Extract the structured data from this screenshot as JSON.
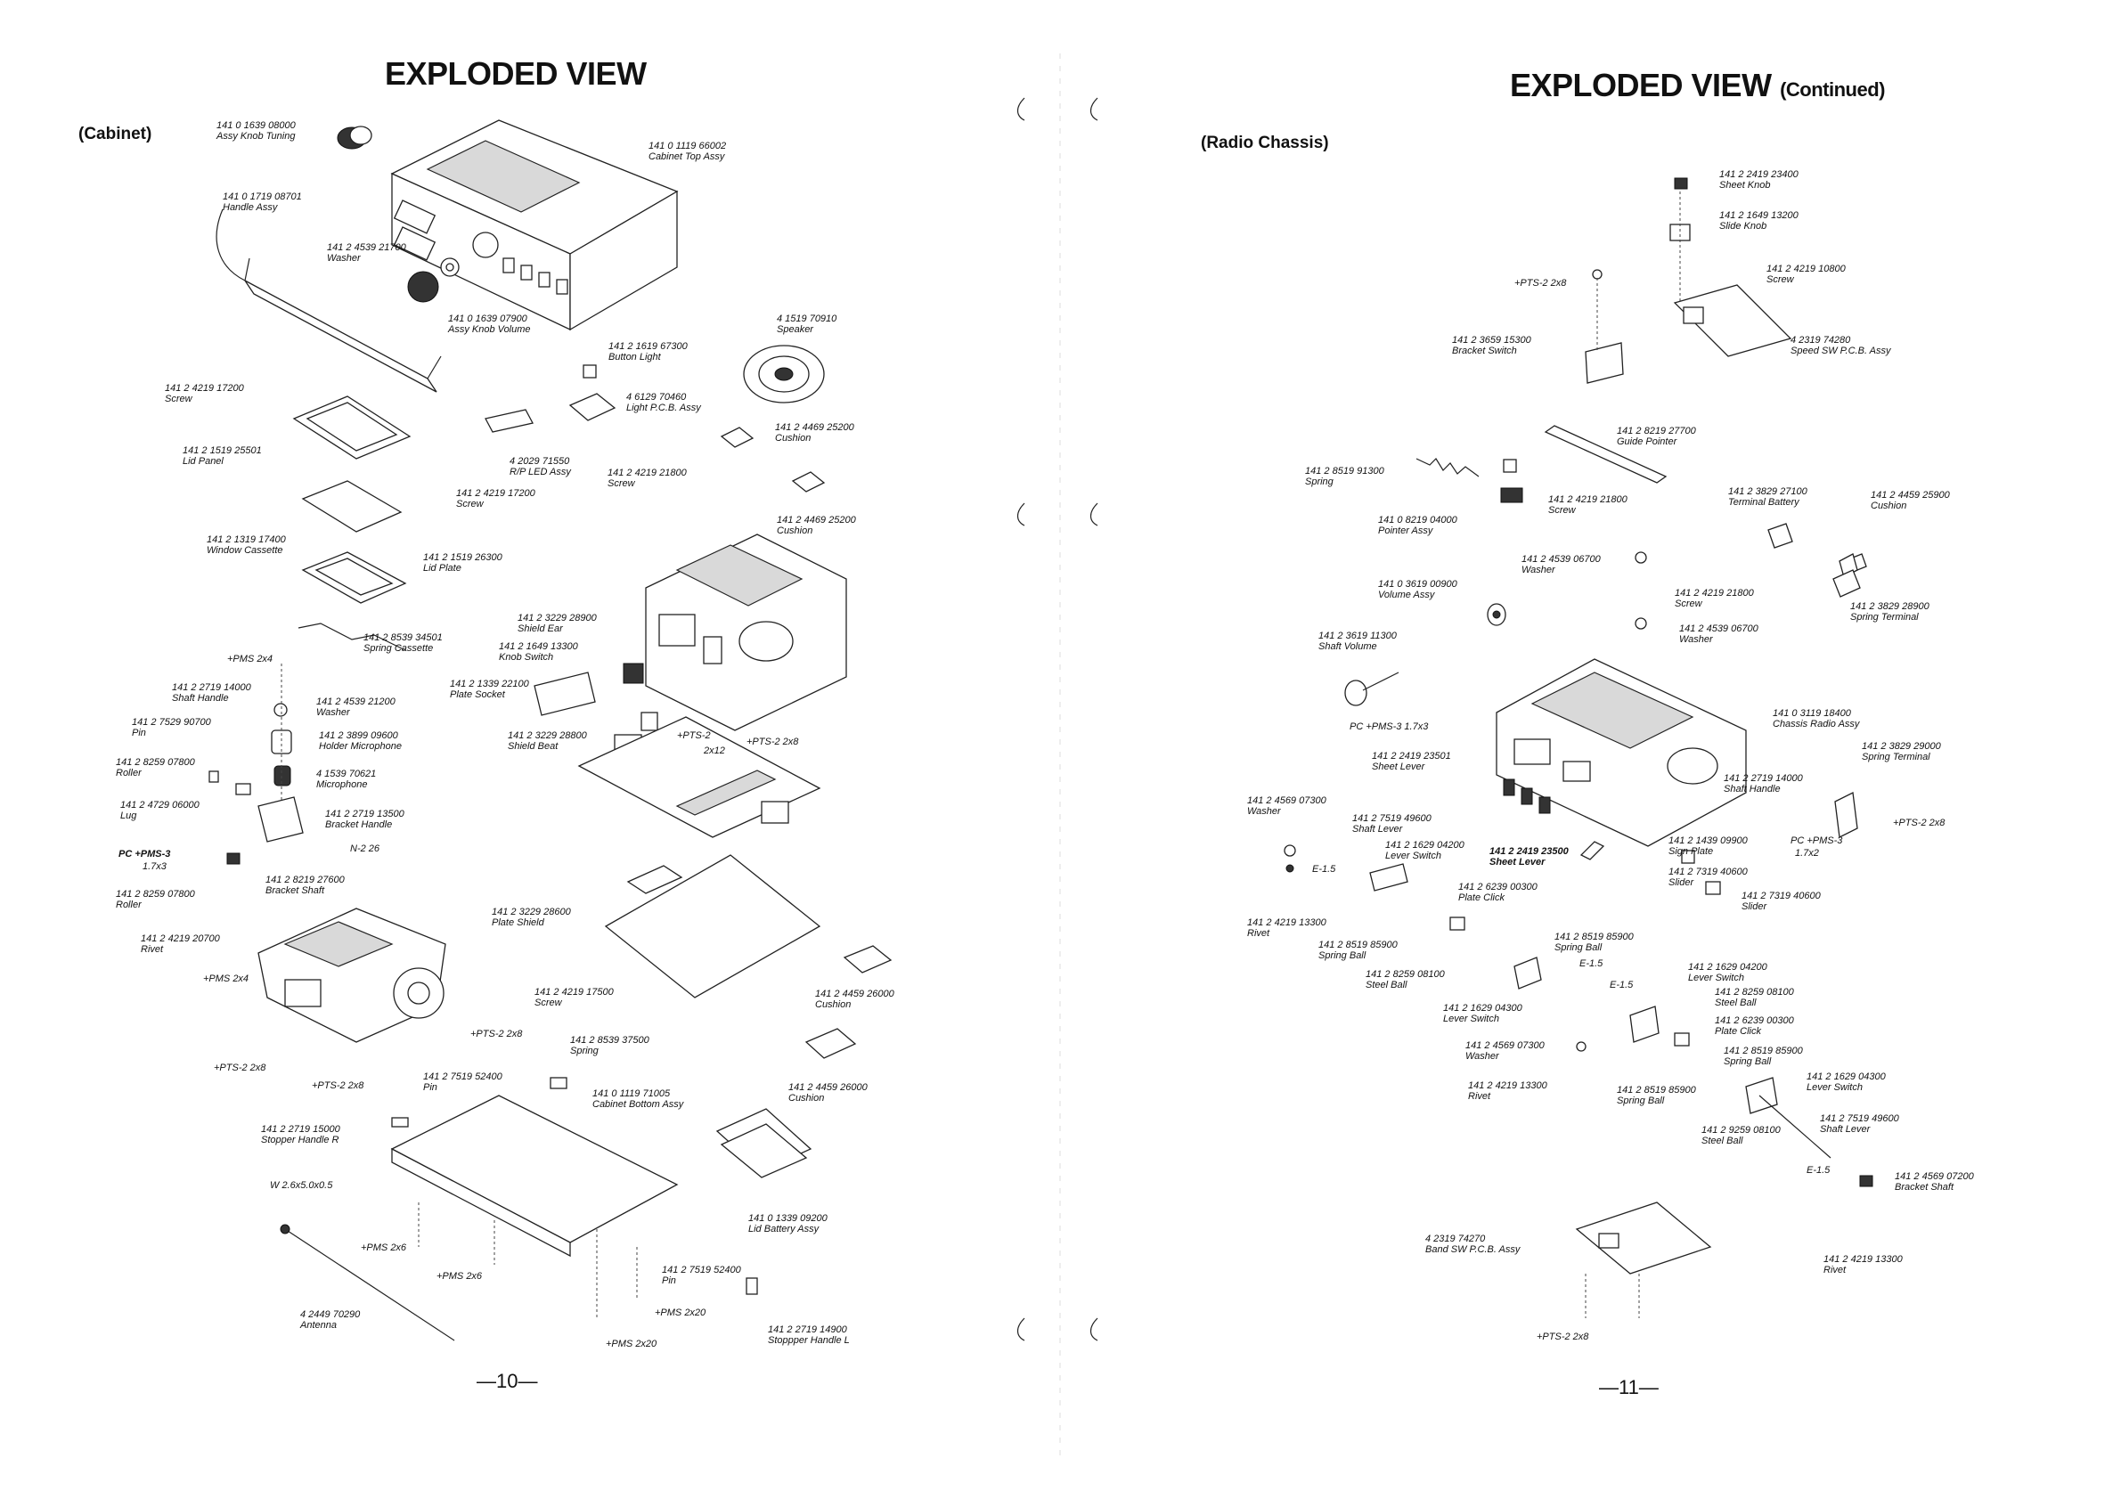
{
  "left": {
    "title": "EXPLODED VIEW",
    "section": "(Cabinet)",
    "page_number": "—10—",
    "labels": [
      {
        "num": "141 0 1639 08000",
        "desc": "Assy Knob Tuning"
      },
      {
        "num": "141 0 1119 66002",
        "desc": "Cabinet Top Assy"
      },
      {
        "num": "141 0 1719 08701",
        "desc": "Handle Assy"
      },
      {
        "num": "141 2 4539 21700",
        "desc": "Washer"
      },
      {
        "num": "141 0 1639 07900",
        "desc": "Assy Knob Volume"
      },
      {
        "num": "4 1519 70910",
        "desc": "Speaker"
      },
      {
        "num": "141 2 1619 67300",
        "desc": "Button Light"
      },
      {
        "num": "4 6129 70460",
        "desc": "Light P.C.B. Assy"
      },
      {
        "num": "141 2 4469 25200",
        "desc": "Cushion"
      },
      {
        "num": "141 2 4219 17200",
        "desc": "Screw"
      },
      {
        "num": "141 2 1519 25501",
        "desc": "Lid Panel"
      },
      {
        "num": "4 2029 71550",
        "desc": "R/P LED Assy"
      },
      {
        "num": "141 2 4219 21800",
        "desc": "Screw"
      },
      {
        "num": "141 2 4219 17200",
        "desc": "Screw"
      },
      {
        "num": "141 2 4469 25200",
        "desc": "Cushion"
      },
      {
        "num": "141 2 1319 17400",
        "desc": "Window Cassette"
      },
      {
        "num": "141 2 1519 26300",
        "desc": "Lid Plate"
      },
      {
        "num": "141 2 3229 28900",
        "desc": "Shield Ear"
      },
      {
        "num": "141 2 1649 13300",
        "desc": "Knob Switch"
      },
      {
        "num": "141 2 8539 34501",
        "desc": "Spring Cassette"
      },
      {
        "num": "141 2 1339 22100",
        "desc": "Plate Socket"
      },
      {
        "num": "141 2 2719 14000",
        "desc": "Shaft Handle"
      },
      {
        "num": "141 2 4539 21200",
        "desc": "Washer"
      },
      {
        "num": "141 2 3229 28800",
        "desc": "Shield Beat"
      },
      {
        "num": "141 2 7529 90700",
        "desc": "Pin"
      },
      {
        "num": "141 2 3899 09600",
        "desc": "Holder Microphone"
      },
      {
        "num": "141 2 8259 07800",
        "desc": "Roller"
      },
      {
        "num": "4 1539 70621",
        "desc": "Microphone"
      },
      {
        "num": "141 2 4729 06000",
        "desc": "Lug"
      },
      {
        "num": "141 2 2719 13500",
        "desc": "Bracket Handle"
      },
      {
        "num": "141 2 8219 27600",
        "desc": "Bracket Shaft"
      },
      {
        "num": "141 2 8259 07800",
        "desc": "Roller"
      },
      {
        "num": "141 2 3229 28600",
        "desc": "Plate Shield"
      },
      {
        "num": "141 2 4219 20700",
        "desc": "Rivet"
      },
      {
        "num": "141 2 4219 17500",
        "desc": "Screw"
      },
      {
        "num": "141 2 4459 26000",
        "desc": "Cushion"
      },
      {
        "num": "141 2 8539 37500",
        "desc": "Spring"
      },
      {
        "num": "141 2 7519 52400",
        "desc": "Pin"
      },
      {
        "num": "141 0 1119 71005",
        "desc": "Cabinet Bottom Assy"
      },
      {
        "num": "141 2 4459 26000",
        "desc": "Cushion"
      },
      {
        "num": "141 2 2719 15000",
        "desc": "Stopper Handle R"
      },
      {
        "num": "141 0 1339 09200",
        "desc": "Lid Battery Assy"
      },
      {
        "num": "141 2 7519 52400",
        "desc": "Pin"
      },
      {
        "num": "4 2449 70290",
        "desc": "Antenna"
      },
      {
        "num": "141 2 2719 14900",
        "desc": "Stoppper Handle L"
      }
    ],
    "fasteners": [
      "+PMS 2x4",
      "PC +PMS-3",
      "1.7x3",
      "N-2 26",
      "+PMS 2x4",
      "+PTS-2 2x8",
      "+PTS-2 2x8",
      "+PTS-2",
      "2x12",
      "+PTS-2 2x8",
      "+PTS-2 2x8",
      "W 2.6x5.0x0.5",
      "+PMS 2x6",
      "+PMS 2x6",
      "+PMS 2x20",
      "+PMS 2x20"
    ]
  },
  "right": {
    "title": "EXPLODED VIEW",
    "title_suffix": "(Continued)",
    "section": "(Radio Chassis)",
    "page_number": "—11—",
    "labels": [
      {
        "num": "141 2 2419 23400",
        "desc": "Sheet Knob"
      },
      {
        "num": "141 2 1649 13200",
        "desc": "Slide Knob"
      },
      {
        "num": "141 2 4219 10800",
        "desc": "Screw"
      },
      {
        "num": "141 2 3659 15300",
        "desc": "Bracket Switch"
      },
      {
        "num": "4 2319 74280",
        "desc": "Speed SW P.C.B. Assy"
      },
      {
        "num": "141 2 8219 27700",
        "desc": "Guide Pointer"
      },
      {
        "num": "141 2 8519 91300",
        "desc": "Spring"
      },
      {
        "num": "141 2 4219 21800",
        "desc": "Screw"
      },
      {
        "num": "141 0 8219 04000",
        "desc": "Pointer Assy"
      },
      {
        "num": "141 2 3829 27100",
        "desc": "Terminal Battery"
      },
      {
        "num": "141 2 4459 25900",
        "desc": "Cushion"
      },
      {
        "num": "141 2 4539 06700",
        "desc": "Washer"
      },
      {
        "num": "141 0 3619 00900",
        "desc": "Volume Assy"
      },
      {
        "num": "141 2 4219 21800",
        "desc": "Screw"
      },
      {
        "num": "141 2 3829 28900",
        "desc": "Spring Terminal"
      },
      {
        "num": "141 2 4539 06700",
        "desc": "Washer"
      },
      {
        "num": "141 2 3619 11300",
        "desc": "Shaft Volume"
      },
      {
        "num": "141 0 3119 18400",
        "desc": "Chassis Radio Assy"
      },
      {
        "num": "141 2 2419 23501",
        "desc": "Sheet Lever"
      },
      {
        "num": "141 2 3829 29000",
        "desc": "Spring Terminal"
      },
      {
        "num": "141 2 2719 14000",
        "desc": "Shaft Handle"
      },
      {
        "num": "141 2 4569 07300",
        "desc": "Washer"
      },
      {
        "num": "141 2 7519 49600",
        "desc": "Shaft Lever"
      },
      {
        "num": "141 2 1629 04200",
        "desc": "Lever Switch"
      },
      {
        "num": "141 2 2419 23500",
        "desc": "Sheet Lever"
      },
      {
        "num": "141 2 1439 09900",
        "desc": "Sign Plate"
      },
      {
        "num": "141 2 7319 40600",
        "desc": "Slider"
      },
      {
        "num": "141 2 6239 00300",
        "desc": "Plate Click"
      },
      {
        "num": "141 2 7319 40600",
        "desc": "Slider"
      },
      {
        "num": "141 2 4219 13300",
        "desc": "Rivet"
      },
      {
        "num": "141 2 8519 85900",
        "desc": "Spring Ball"
      },
      {
        "num": "141 2 8519 85900",
        "desc": "Spring Ball"
      },
      {
        "num": "141 2 8259 08100",
        "desc": "Steel Ball"
      },
      {
        "num": "141 2 1629 04200",
        "desc": "Lever Switch"
      },
      {
        "num": "141 2 8259 08100",
        "desc": "Steel Ball"
      },
      {
        "num": "141 2 1629 04300",
        "desc": "Lever Switch"
      },
      {
        "num": "141 2 6239 00300",
        "desc": "Plate Click"
      },
      {
        "num": "141 2 4569 07300",
        "desc": "Washer"
      },
      {
        "num": "141 2 8519 85900",
        "desc": "Spring Ball"
      },
      {
        "num": "141 2 4219 13300",
        "desc": "Rivet"
      },
      {
        "num": "141 2 8519 85900",
        "desc": "Spring Ball"
      },
      {
        "num": "141 2 1629 04300",
        "desc": "Lever Switch"
      },
      {
        "num": "141 2 9259 08100",
        "desc": "Steel Ball"
      },
      {
        "num": "141 2 7519 49600",
        "desc": "Shaft Lever"
      },
      {
        "num": "141 2 4569 07200",
        "desc": "Bracket Shaft"
      },
      {
        "num": "4 2319 74270",
        "desc": "Band SW P.C.B. Assy"
      },
      {
        "num": "141 2 4219 13300",
        "desc": "Rivet"
      }
    ],
    "fasteners": [
      "+PTS-2 2x8",
      "PC +PMS-3 1.7x3",
      "E-1.5",
      "PC +PMS-3",
      "1.7x2",
      "+PTS-2 2x8",
      "E-1.5",
      "E-1.5",
      "E-1.5",
      "+PTS-2 2x8"
    ]
  }
}
